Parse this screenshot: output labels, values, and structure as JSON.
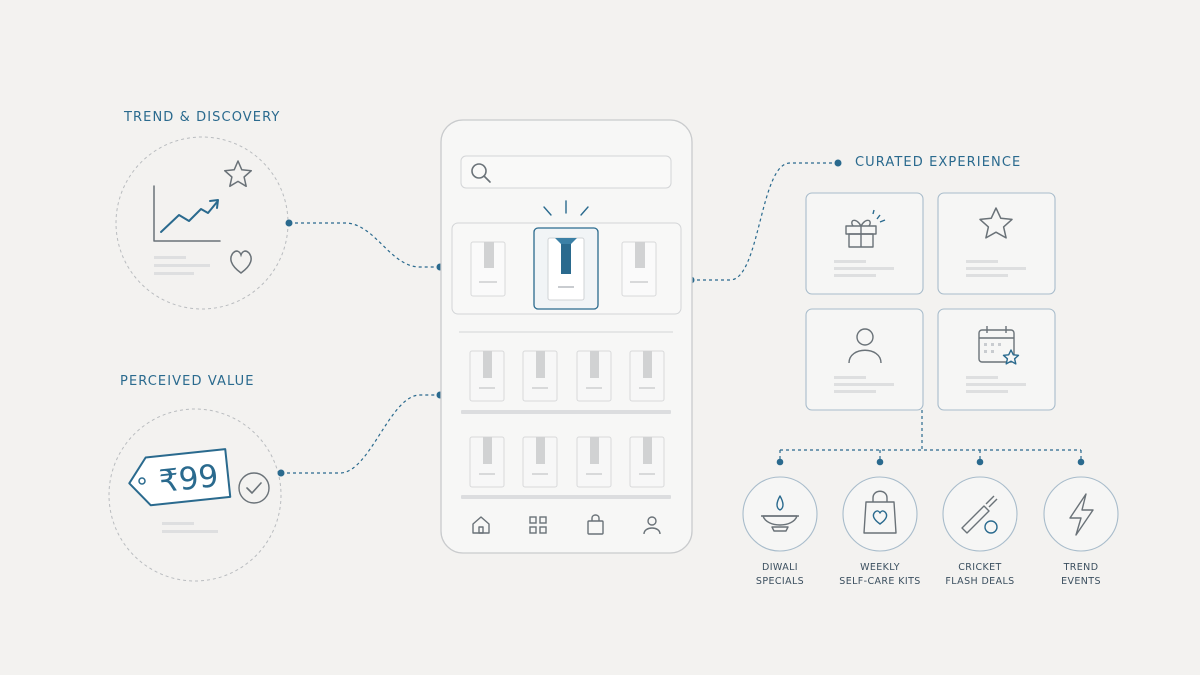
{
  "labels": {
    "trend": "TREND & DISCOVERY",
    "value": "PERCEIVED VALUE",
    "curated": "CURATED EXPERIENCE"
  },
  "price_tag": {
    "text": "₹99"
  },
  "categories": [
    {
      "line1": "DIWALI",
      "line2": "SPECIALS",
      "icon": "diya-lamp-icon"
    },
    {
      "line1": "WEEKLY",
      "line2": "SELF-CARE KITS",
      "icon": "shopping-bag-heart-icon"
    },
    {
      "line1": "CRICKET",
      "line2": "FLASH DEALS",
      "icon": "cricket-bat-ball-icon"
    },
    {
      "line1": "TREND",
      "line2": "EVENTS",
      "icon": "lightning-bolt-icon"
    }
  ],
  "curated_cards": [
    {
      "icon": "gift-icon"
    },
    {
      "icon": "star-icon"
    },
    {
      "icon": "user-icon"
    },
    {
      "icon": "calendar-star-icon"
    }
  ],
  "phone_nav": [
    {
      "icon": "home-icon"
    },
    {
      "icon": "grid-icon"
    },
    {
      "icon": "bag-icon"
    },
    {
      "icon": "profile-icon"
    }
  ],
  "colors": {
    "accent": "#2a6a8e",
    "line_gray": "#b9bcbf",
    "background": "#f3f2f0"
  }
}
